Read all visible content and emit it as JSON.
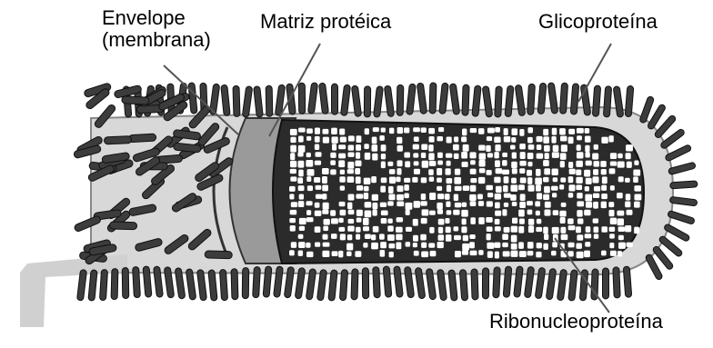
{
  "labels": {
    "envelope_line1": "Envelope",
    "envelope_line2": "(membrana)",
    "matriz": "Matriz protéica",
    "glicoproteina": "Glicoproteína",
    "ribonucleoproteina": "Ribonucleoproteína"
  },
  "colors": {
    "spike": "#3c3c3c",
    "spike_outline": "#111111",
    "envelope": "#d8d8d8",
    "matrix": "#9a9a9a",
    "nucleus": "#2b2b2b",
    "granule": "#ffffff"
  }
}
